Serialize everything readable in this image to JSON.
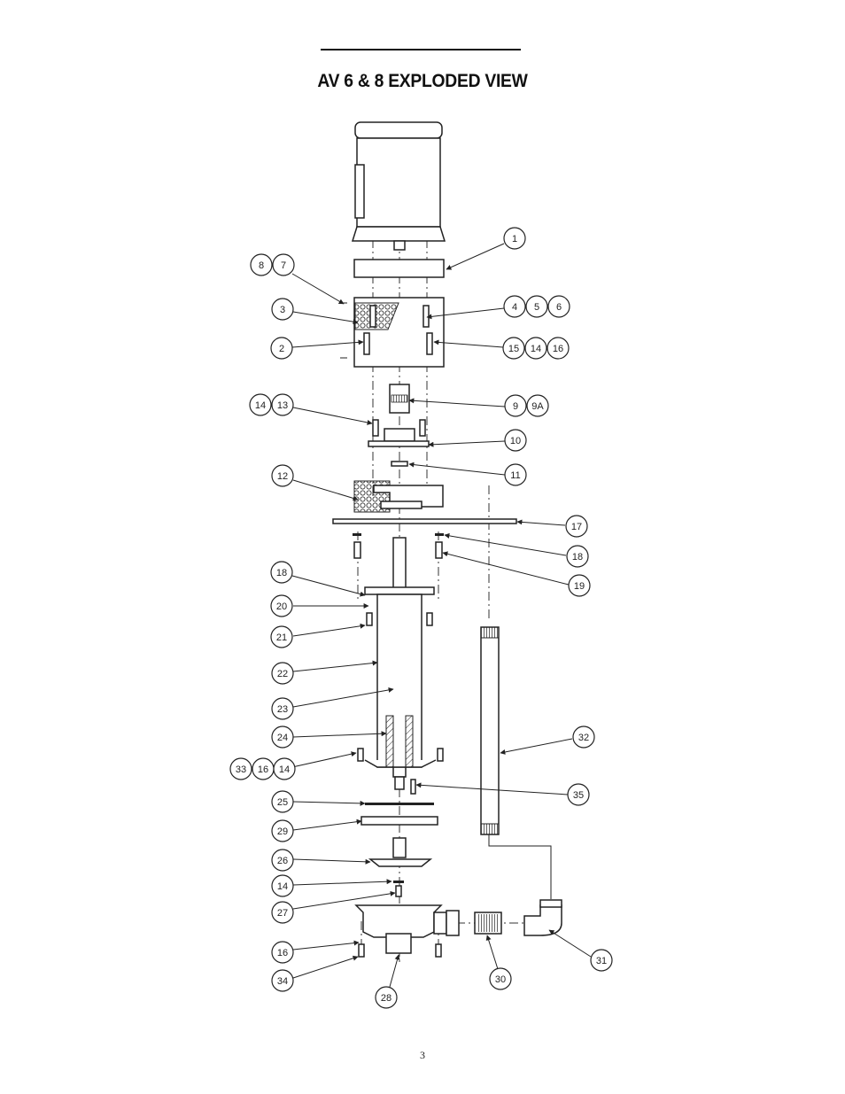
{
  "header": {
    "title": "AV 6 & 8 EXPLODED VIEW"
  },
  "footer": {
    "page_number": "3"
  },
  "callouts": [
    "1",
    "8",
    "7",
    "3",
    "4",
    "5",
    "6",
    "2",
    "15",
    "14",
    "16",
    "9",
    "9A",
    "14",
    "13",
    "10",
    "11",
    "12",
    "17",
    "18",
    "19",
    "18",
    "20",
    "21",
    "22",
    "23",
    "24",
    "33",
    "16",
    "14",
    "35",
    "32",
    "25",
    "29",
    "26",
    "14",
    "27",
    "16",
    "34",
    "28",
    "30",
    "31"
  ]
}
